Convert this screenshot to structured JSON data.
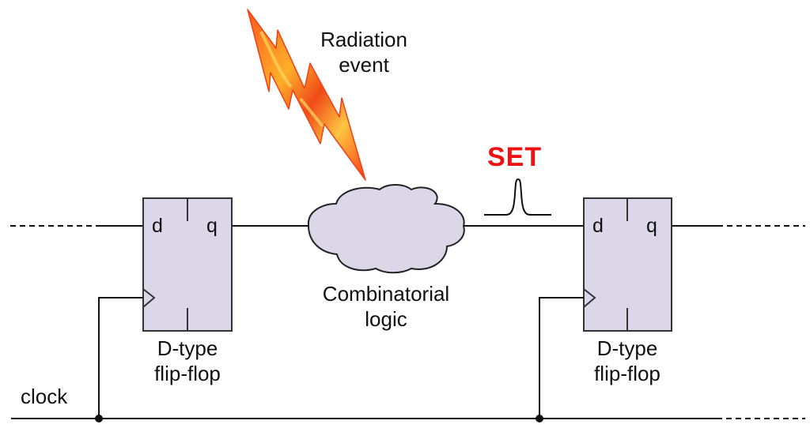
{
  "title": "Single Event Transient (SET) propagating through combinatorial logic between D-type flip-flops",
  "colors": {
    "block_fill": "#dcd7e8",
    "line": "#111111",
    "set_label": "#ee1111",
    "bolt_outer": "#f5401a",
    "bolt_inner": "#ffc030"
  },
  "radiation": {
    "icon": "lightning-bolt-icon",
    "label_line1": "Radiation",
    "label_line2": "event"
  },
  "set_pulse": {
    "label": "SET",
    "icon": "pulse-waveform-icon"
  },
  "combinatorial": {
    "icon": "cloud-icon",
    "label_line1": "Combinatorial",
    "label_line2": "logic"
  },
  "flipflops": [
    {
      "pin_d": "d",
      "pin_q": "q",
      "clock_pin": "clock-triangle-icon",
      "label_line1": "D-type",
      "label_line2": "flip-flop"
    },
    {
      "pin_d": "d",
      "pin_q": "q",
      "clock_pin": "clock-triangle-icon",
      "label_line1": "D-type",
      "label_line2": "flip-flop"
    }
  ],
  "clock": {
    "label": "clock"
  }
}
